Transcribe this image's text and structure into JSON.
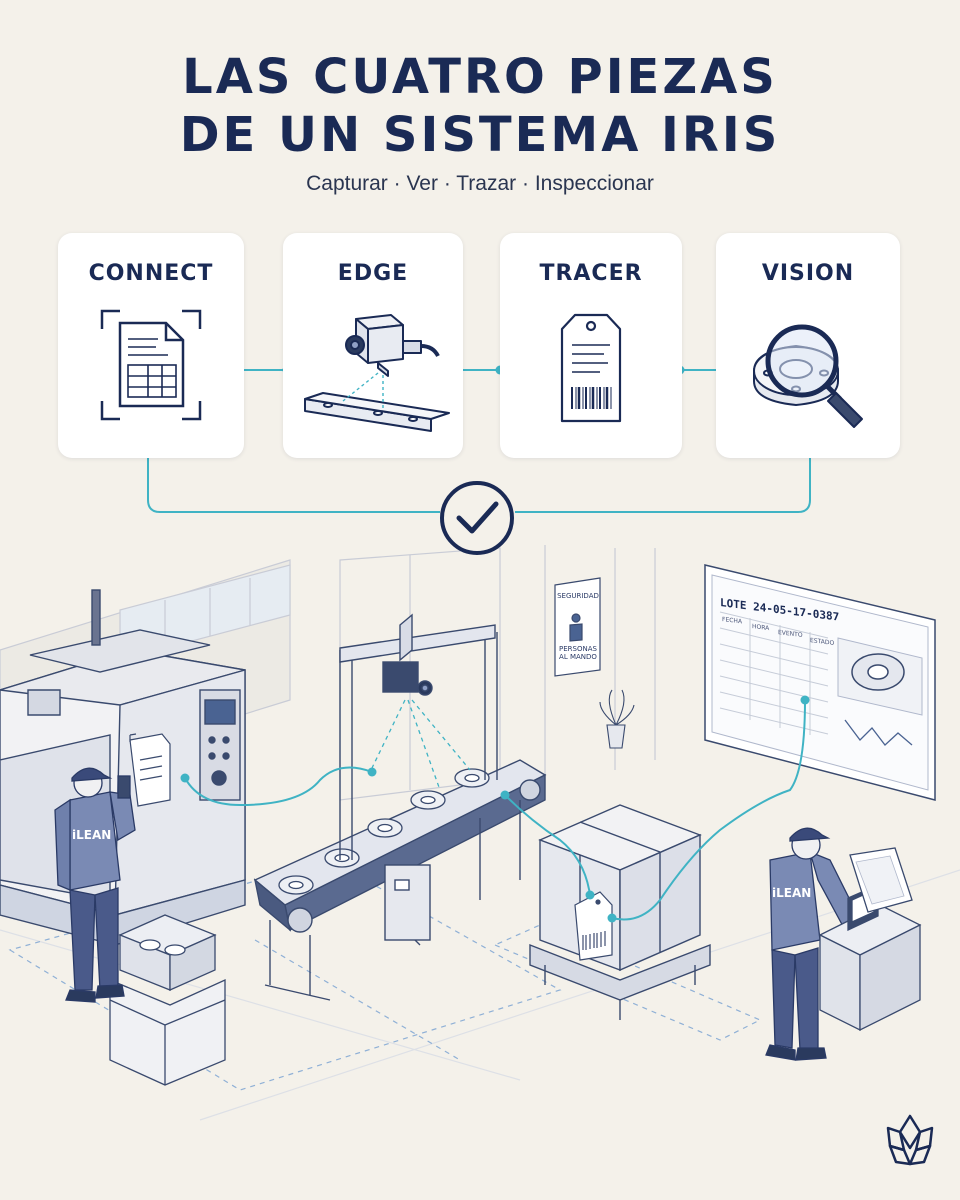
{
  "header": {
    "title_line1": "LAS CUATRO PIEZAS",
    "title_line2": "DE UN SISTEMA IRIS",
    "subtitle": "Capturar · Ver · Trazar · Inspeccionar"
  },
  "pieces": [
    {
      "label": "CONNECT",
      "icon": "document-scan-icon"
    },
    {
      "label": "EDGE",
      "icon": "camera-icon"
    },
    {
      "label": "TRACER",
      "icon": "barcode-tag-icon"
    },
    {
      "label": "VISION",
      "icon": "magnifier-part-icon"
    }
  ],
  "scene": {
    "monitor": {
      "lote": "LOTE 24-05-17-0387",
      "columns": [
        "FECHA",
        "HORA",
        "EVENTO",
        "ESTADO"
      ]
    },
    "sign": {
      "top": "SEGURIDAD",
      "bottom_line1": "PERSONAS",
      "bottom_line2": "AL MANDO"
    },
    "worker_badge": "iLEAN"
  },
  "colors": {
    "navy": "#1a2a55",
    "accent": "#3fb3c4",
    "background": "#f4f1ea",
    "card": "#ffffff"
  }
}
